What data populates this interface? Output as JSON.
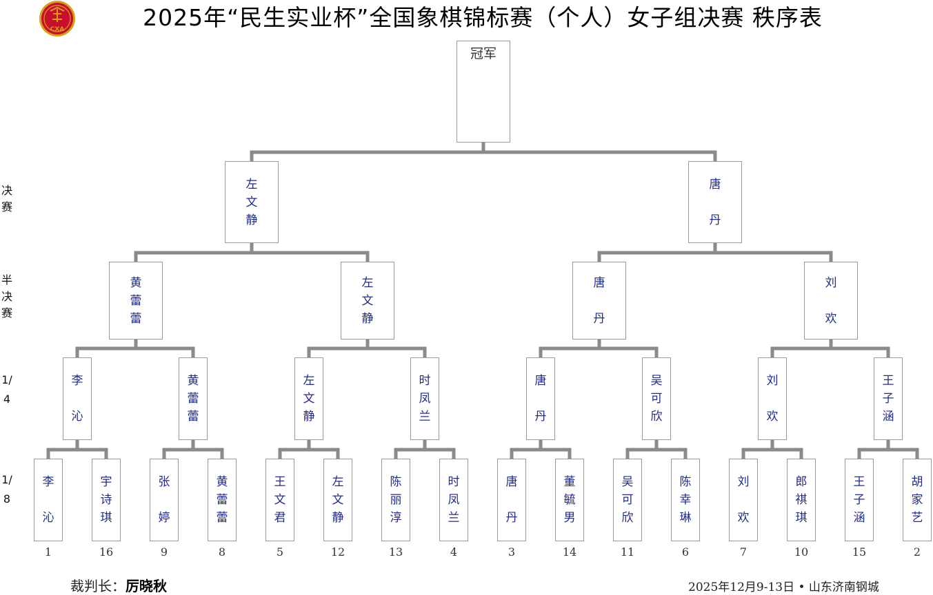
{
  "title": "2025年“民生实业杯”全国象棋锦标赛（个人）女子组决赛 秩序表",
  "logo": {
    "text": "CXA",
    "icon": "chinese-chess-association-emblem"
  },
  "champion_label": "冠军",
  "rounds": {
    "final": "决赛",
    "semi": "半决赛",
    "quarter": "1/4",
    "r16": "1/8"
  },
  "bracket": {
    "champion": "",
    "final": [
      "左文静",
      "唐丹"
    ],
    "semi": [
      "黄蕾蕾",
      "左文静",
      "唐丹",
      "刘欢"
    ],
    "quarter": [
      "李沁",
      "黄蕾蕾",
      "左文静",
      "时凤兰",
      "唐丹",
      "吴可欣",
      "刘欢",
      "王子涵"
    ],
    "r16": [
      "李沁",
      "宇诗琪",
      "张婷",
      "黄蕾蕾",
      "王文君",
      "左文静",
      "陈丽淳",
      "时凤兰",
      "唐丹",
      "董毓男",
      "吴可欣",
      "陈幸琳",
      "刘欢",
      "郎祺琪",
      "王子涵",
      "胡家艺"
    ]
  },
  "seeds": [
    "1",
    "16",
    "9",
    "8",
    "5",
    "12",
    "13",
    "4",
    "3",
    "14",
    "11",
    "6",
    "7",
    "10",
    "15",
    "2"
  ],
  "referee": {
    "label": "裁判长：",
    "name": "厉晓秋"
  },
  "footer": "2025年12月9-13日 • 山东济南钢城",
  "colors": {
    "name_text": "#1f2a8c",
    "connector": "#8a8a8a",
    "box_border": "#9a9a9a",
    "logo_red": "#c8102e",
    "logo_gold": "#d4a017"
  }
}
